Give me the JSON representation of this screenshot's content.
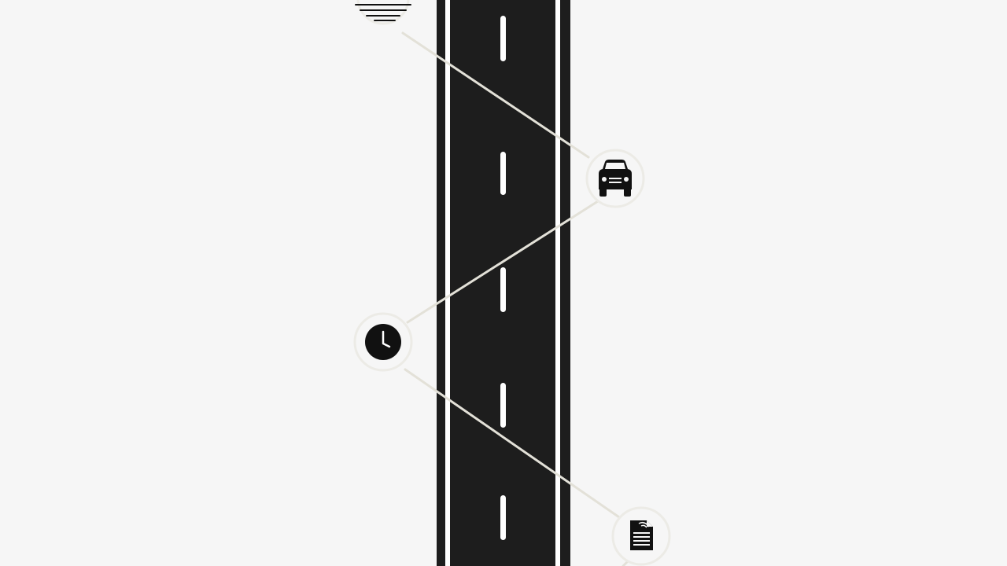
{
  "scene": {
    "background_color": "#f6f6f6",
    "road_color": "#1d1d1d",
    "marking_color": "#ffffff",
    "connector_color": "#e3e1d8",
    "icon_color": "#111111"
  },
  "nodes": [
    {
      "id": "top",
      "icon": "horizontal-lines-icon"
    },
    {
      "id": "car",
      "icon": "car-front-icon"
    },
    {
      "id": "clock",
      "icon": "clock-icon"
    },
    {
      "id": "document",
      "icon": "document-icon"
    }
  ]
}
